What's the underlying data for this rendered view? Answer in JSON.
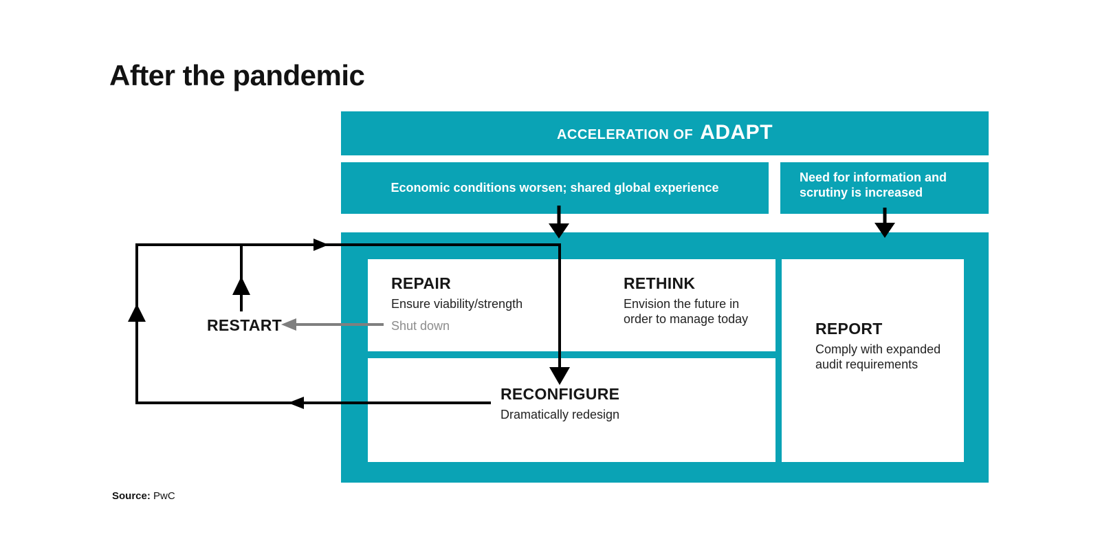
{
  "title": "After the pandemic",
  "banner": {
    "prefix": "ACCELERATION OF",
    "acronym": "ADAPT"
  },
  "drivers": {
    "economic": "Economic conditions worsen; shared global experience",
    "information": "Need for information and scrutiny is increased"
  },
  "stages": {
    "repair": {
      "title": "REPAIR",
      "desc": "Ensure viability/strength",
      "note": "Shut down"
    },
    "rethink": {
      "title": "RETHINK",
      "desc": "Envision the future in order to manage today"
    },
    "reconfigure": {
      "title": "RECONFIGURE",
      "desc": "Dramatically redesign"
    },
    "report": {
      "title": "REPORT",
      "desc": "Comply with expanded audit requirements"
    },
    "restart": {
      "title": "RESTART"
    }
  },
  "source": {
    "label": "Source:",
    "value": "PwC"
  },
  "colors": {
    "teal": "#0aa3b5",
    "arrow_black": "#000000",
    "arrow_gray": "#7f7f7f",
    "text_dark": "#1d1d1b",
    "text_gray": "#8c8c8c",
    "background": "#ffffff"
  }
}
